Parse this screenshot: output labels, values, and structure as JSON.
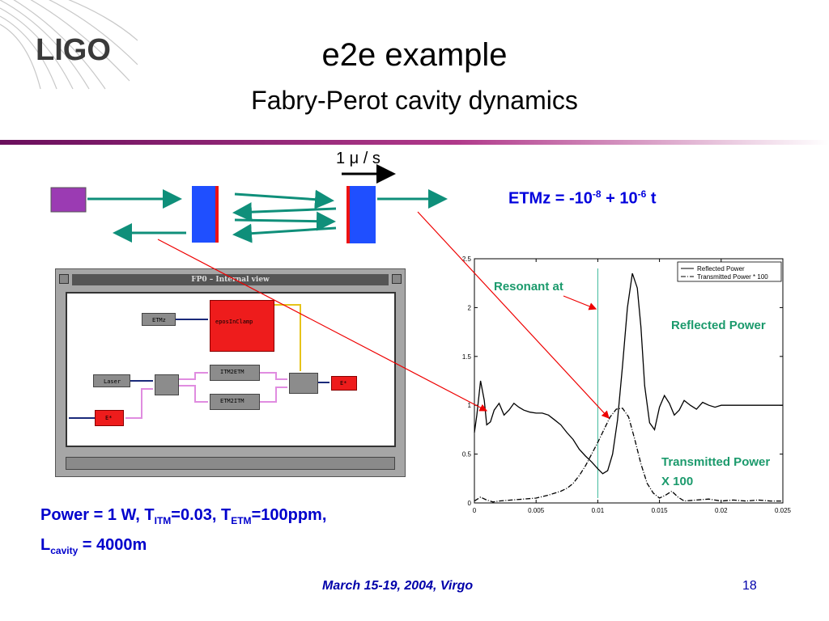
{
  "logo": "LIGO",
  "title": "e2e example",
  "subtitle": "Fabry-Perot cavity dynamics",
  "colors": {
    "accent": "#9b2b7a",
    "label_green": "#1b9a6c",
    "text_blue": "#0000cc"
  },
  "diagram": {
    "speed_label": "1 μ / s",
    "etmz": {
      "prefix": "ETMz = -10",
      "exp1": "-8",
      "mid": " + 10",
      "exp2": "-6",
      "suffix": " t"
    }
  },
  "window": {
    "title": "FP0 – Internal view",
    "blocks": {
      "etmz": "ETMz",
      "epos": "eposInClamp",
      "laser": "Laser",
      "itm2etm": "ITM2ETM",
      "etm2itm": "ETM2ITM",
      "e_out": "E*",
      "e_in": "E*"
    }
  },
  "params": {
    "line1_a": "Power = 1 W, T",
    "itm_sub": "ITM",
    "line1_b": "=0.03, T",
    "etm_sub": "ETM",
    "line1_c": "=100ppm,",
    "line2_a": "L",
    "cavity_sub": "cavity",
    "line2_b": " = 4000m"
  },
  "annotations": {
    "resonant": "Resonant at",
    "reflected": "Reflected Power",
    "transmitted_1": "Transmitted Power",
    "transmitted_2": "X 100"
  },
  "chart_data": {
    "type": "line",
    "title": "",
    "xlabel": "",
    "ylabel": "",
    "xlim": [
      0,
      0.025
    ],
    "ylim": [
      0,
      2.5
    ],
    "xticks": [
      "0",
      "0.005",
      "0.01",
      "0.015",
      "0.02",
      "0.025"
    ],
    "yticks": [
      "0",
      "0.5",
      "1",
      "1.5",
      "2",
      "2.5"
    ],
    "legend_position": "top-right",
    "vline_x": 0.01,
    "series": [
      {
        "name": "Reflected Power",
        "x": [
          0,
          0.0002,
          0.0005,
          0.0008,
          0.001,
          0.0013,
          0.0016,
          0.002,
          0.0024,
          0.0028,
          0.0032,
          0.0036,
          0.004,
          0.0045,
          0.005,
          0.0055,
          0.006,
          0.0065,
          0.007,
          0.0075,
          0.008,
          0.0085,
          0.009,
          0.0095,
          0.01,
          0.0104,
          0.0108,
          0.0112,
          0.0116,
          0.012,
          0.0124,
          0.0128,
          0.0132,
          0.0135,
          0.0138,
          0.0142,
          0.0146,
          0.015,
          0.0154,
          0.0158,
          0.0162,
          0.0166,
          0.017,
          0.0175,
          0.018,
          0.0185,
          0.019,
          0.0195,
          0.02,
          0.021,
          0.022,
          0.023,
          0.024,
          0.025
        ],
        "y": [
          0.72,
          0.9,
          1.25,
          1.05,
          0.8,
          0.83,
          0.95,
          1.02,
          0.9,
          0.95,
          1.02,
          0.98,
          0.95,
          0.93,
          0.92,
          0.92,
          0.9,
          0.85,
          0.8,
          0.72,
          0.65,
          0.55,
          0.48,
          0.42,
          0.35,
          0.3,
          0.33,
          0.5,
          0.85,
          1.4,
          2.0,
          2.35,
          2.2,
          1.8,
          1.2,
          0.82,
          0.75,
          0.98,
          1.1,
          1.02,
          0.9,
          0.95,
          1.05,
          1.0,
          0.96,
          1.03,
          1.0,
          0.98,
          1.0,
          1.0,
          1.0,
          1.0,
          1.0,
          1.0
        ]
      },
      {
        "name": "Transmitted Power * 100",
        "x": [
          0,
          0.0005,
          0.001,
          0.0015,
          0.002,
          0.003,
          0.004,
          0.005,
          0.006,
          0.007,
          0.0075,
          0.008,
          0.0085,
          0.009,
          0.0095,
          0.01,
          0.0105,
          0.011,
          0.0115,
          0.012,
          0.0125,
          0.013,
          0.0135,
          0.014,
          0.0145,
          0.015,
          0.0155,
          0.016,
          0.0165,
          0.017,
          0.018,
          0.019,
          0.02,
          0.021,
          0.022,
          0.023,
          0.024,
          0.025
        ],
        "y": [
          0.02,
          0.06,
          0.03,
          0.01,
          0.02,
          0.03,
          0.04,
          0.05,
          0.08,
          0.12,
          0.15,
          0.2,
          0.28,
          0.38,
          0.5,
          0.62,
          0.75,
          0.88,
          0.96,
          0.97,
          0.88,
          0.65,
          0.4,
          0.2,
          0.1,
          0.05,
          0.08,
          0.12,
          0.06,
          0.02,
          0.03,
          0.04,
          0.02,
          0.03,
          0.02,
          0.03,
          0.02,
          0.02
        ]
      }
    ]
  },
  "footer": {
    "date": "March 15-19, 2004, Virgo",
    "page": "18"
  }
}
